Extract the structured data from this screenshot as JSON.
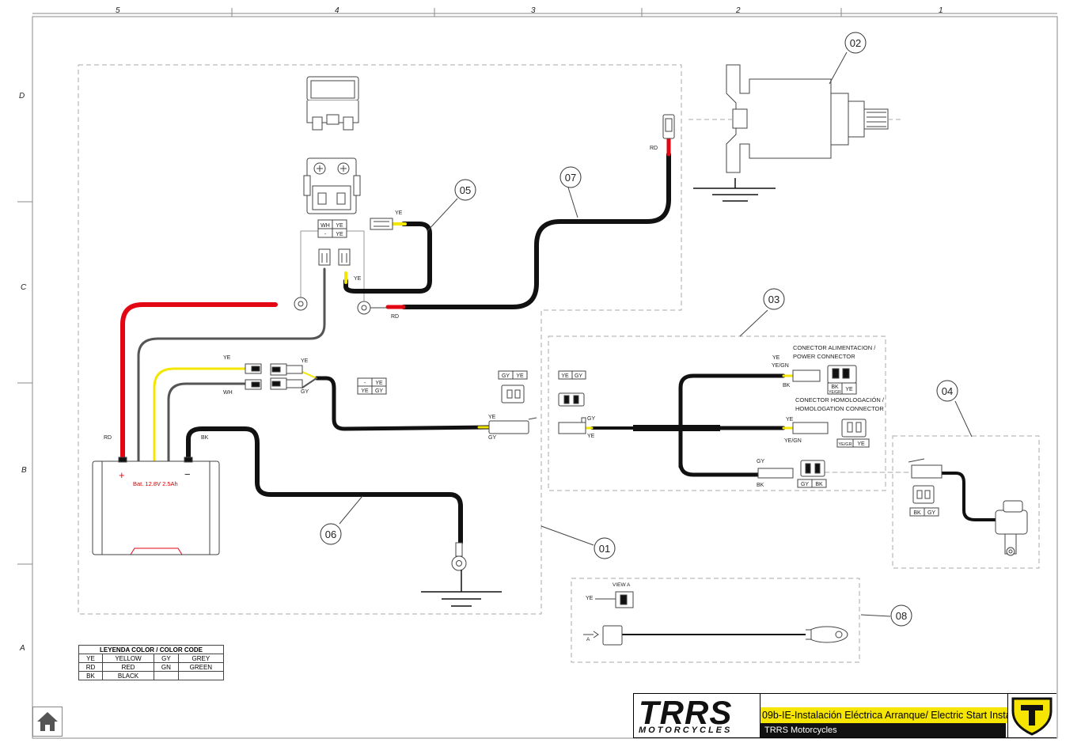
{
  "sheet": {
    "columns": [
      "5",
      "4",
      "3",
      "2",
      "1"
    ],
    "rows": [
      "D",
      "C",
      "B",
      "A"
    ]
  },
  "callouts": {
    "c01": "01",
    "c02": "02",
    "c03": "03",
    "c04": "04",
    "c05": "05",
    "c06": "06",
    "c07": "07",
    "c08": "08"
  },
  "wires": {
    "ye_top": "YE",
    "ye_relay": "YE",
    "rd_motor": "RD",
    "rd_relay": "RD",
    "rd_battery": "RD",
    "bk_battery": "BK",
    "ye_switch_left": "YE",
    "wh_switch_left": "WH",
    "ye_switch_right": "YE",
    "gy_switch_right": "GY",
    "ye_button": "YE",
    "gy_button": "GY",
    "gy_harness": "GY",
    "ye_harness": "YE",
    "ye_power": "YE",
    "yegn_power": "YE/GN",
    "bk_power": "BK",
    "ye_homol": "YE",
    "yegn_homol": "YE/GN",
    "gy_bottom": "GY",
    "bk_bottom": "BK",
    "ye_view": "YE"
  },
  "relay_pins": {
    "r1c1": "WH",
    "r1c2": "YE",
    "r2c1": "-",
    "r2c2": "YE"
  },
  "pinouts": {
    "switch_a1": "-",
    "switch_a2": "YE",
    "switch_b1": "YE",
    "switch_b2": "GY",
    "button_1": "GY",
    "button_2": "YE",
    "harness_1": "YE",
    "harness_2": "GY",
    "power_1": "BK",
    "power_1b": "YE/GR",
    "power_2": "YE",
    "homol_1": "YE/GR",
    "homol_2": "YE",
    "bottom_1": "GY",
    "bottom_2": "BK",
    "sensor_1": "BK",
    "sensor_2": "GY"
  },
  "connectors": {
    "power_l1": "CONECTOR ALIMENTACION /",
    "power_l2": "POWER CONNECTOR",
    "homol_l1": "CONECTOR HOMOLOGACIÓN /",
    "homol_l2": "HOMOLOGATION CONNECTOR"
  },
  "battery": {
    "plus": "+",
    "minus": "−",
    "label": "Bat. 12.8V 2.5Ah"
  },
  "view": {
    "label": "VIEW A",
    "arrow": "A"
  },
  "legend": {
    "title": "LEYENDA COLOR / COLOR CODE",
    "rows": [
      [
        "YE",
        "YELLOW",
        "GY",
        "GREY"
      ],
      [
        "RD",
        "RED",
        "GN",
        "GREEN"
      ],
      [
        "BK",
        "BLACK",
        "",
        ""
      ]
    ]
  },
  "title_block": {
    "logo": "TRRS",
    "logo_sub": "MOTORCYCLES",
    "title": "09b-IE-Instalación Eléctrica Arranque/ Electric Start Insta",
    "company": "TRRS Motorcycles"
  },
  "colors": {
    "red": "#e30613",
    "yellow": "#f3e600",
    "black": "#111111",
    "grey": "#555555",
    "gold": "#f5e500"
  }
}
